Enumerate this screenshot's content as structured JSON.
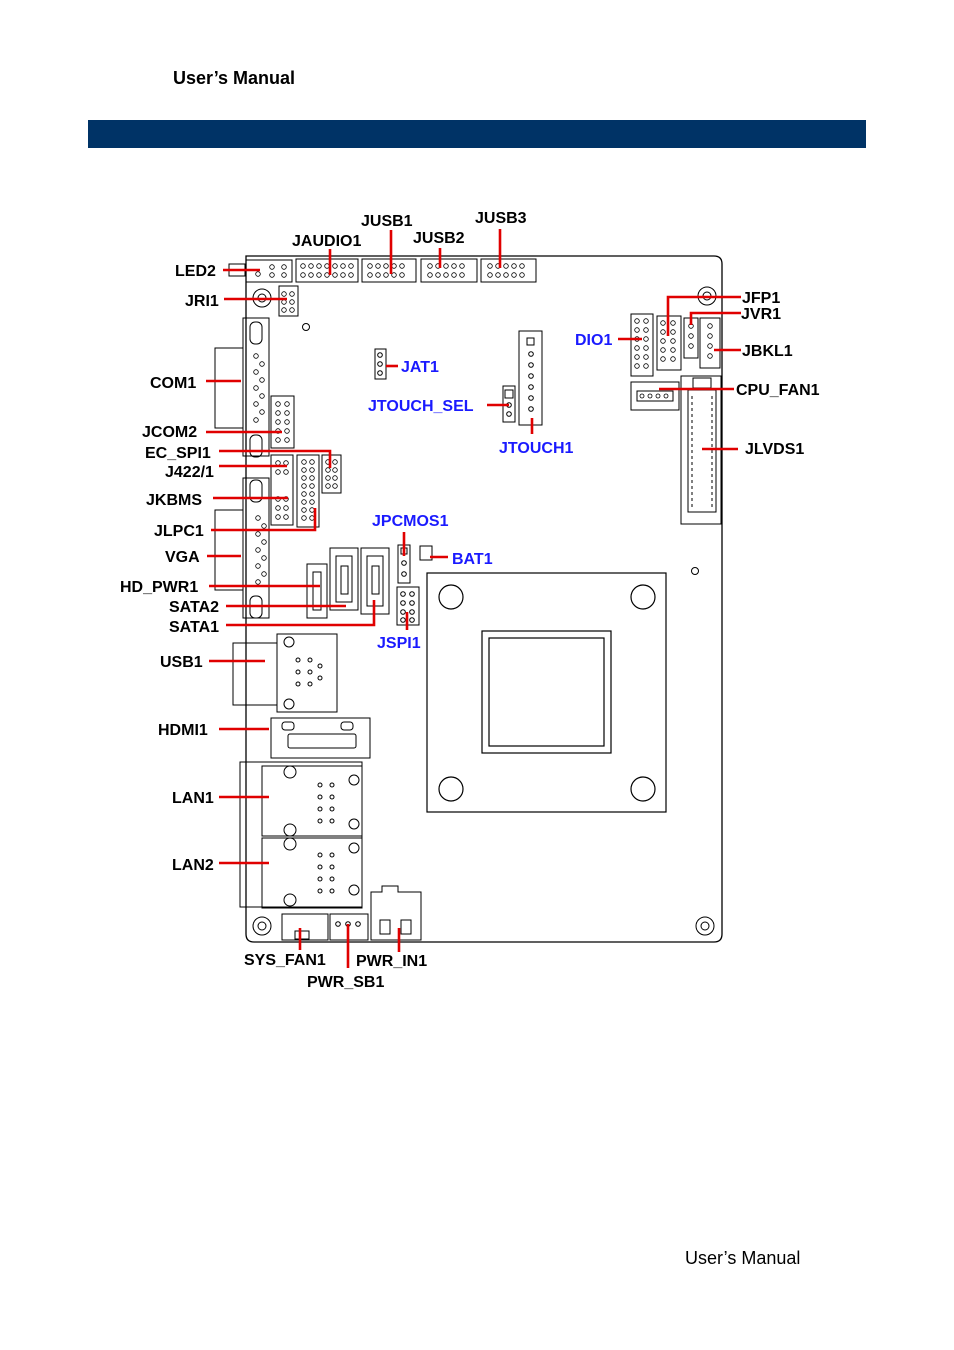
{
  "header": {
    "title": "User’s Manual"
  },
  "footer": {
    "text": "User’s Manual"
  },
  "colors": {
    "banner": "#003366",
    "leader": "#e00000",
    "black_label": "#000000",
    "blue_label": "#1a1aff",
    "board": "#000000"
  },
  "labels": {
    "jaudio1": "JAUDIO1",
    "jusb1": "JUSB1",
    "jusb2": "JUSB2",
    "jusb3": "JUSB3",
    "led2": "LED2",
    "jri1": "JRI1",
    "com1": "COM1",
    "jcom2": "JCOM2",
    "ec_spi1": "EC_SPI1",
    "j422": "J422/1",
    "jkbms": "JKBMS",
    "jlpc1": "JLPC1",
    "vga": "VGA",
    "hd_pwr1": "HD_PWR1",
    "sata2": "SATA2",
    "sata1": "SATA1",
    "usb1": "USB1",
    "hdmi1": "HDMI1",
    "lan1": "LAN1",
    "lan2": "LAN2",
    "sys_fan1": "SYS_FAN1",
    "pwr_sb1": "PWR_SB1",
    "pwr_in1": "PWR_IN1",
    "jat1": "JAT1",
    "jtouch_sel": "JTOUCH_SEL",
    "jtouch1": "JTOUCH1",
    "jpcmos1": "JPCMOS1",
    "bat1": "BAT1",
    "jspi1": "JSPI1",
    "dio1": "DIO1",
    "jfp1": "JFP1",
    "jvr1": "JVR1",
    "jbkl1": "JBKL1",
    "cpu_fan1": "CPU_FAN1",
    "jlvds1": "JLVDS1"
  }
}
